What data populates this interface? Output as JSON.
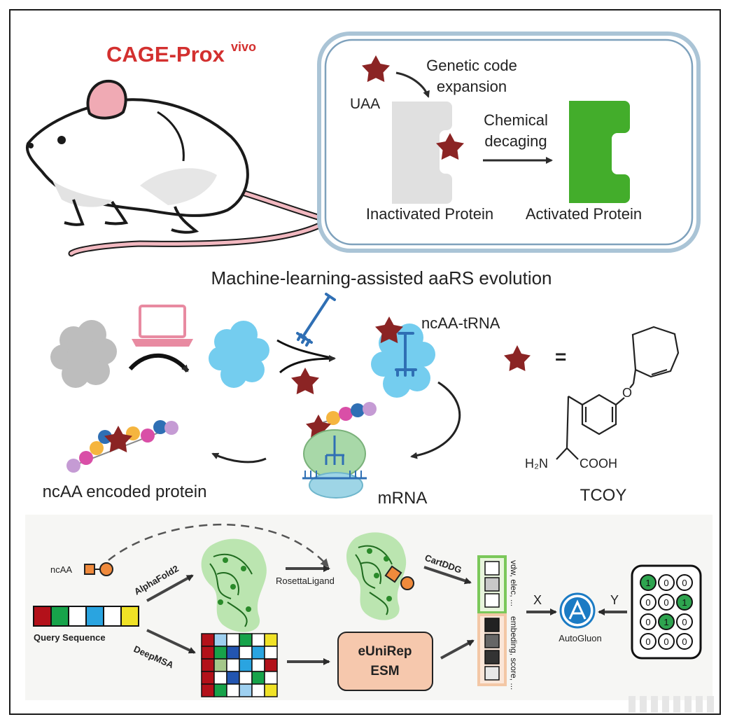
{
  "title": {
    "main": "CAGE-Prox",
    "superscript": "vivo"
  },
  "cell_panel": {
    "uaa_label": "UAA",
    "gce_line1": "Genetic code",
    "gce_line2": "expansion",
    "chem_line1": "Chemical",
    "chem_line2": "decaging",
    "inactive_label": "Inactivated Protein",
    "active_label": "Activated Protein"
  },
  "ml_section": {
    "heading": "Machine-learning-assisted aaRS evolution",
    "trna_label": "ncAA-tRNA",
    "equals": "=",
    "protein_label": "ncAA encoded protein",
    "mrna_label": "mRNA",
    "tcoy_label": "TCOY",
    "chem_o": "O",
    "chem_h2n": "H₂N",
    "chem_cooh": "COOH"
  },
  "workflow": {
    "ncaa_label": "ncAA",
    "alphafold_label": "AlphaFold2",
    "rosetta_label": "RosettaLigand",
    "cartddg_label": "CartDDG",
    "query_label": "Query Sequence",
    "deepmsa_label": "DeepMSA",
    "eunirep_line1": "eUniRep",
    "eunirep_line2": "ESM",
    "features_top": "vdw, elec, ...",
    "features_bottom": "embeding, score, ...",
    "x_label": "X",
    "y_label": "Y",
    "autogluon_label": "AutoGluon",
    "matrix_rows": [
      [
        "1",
        "0",
        "0"
      ],
      [
        "0",
        "0",
        "1"
      ],
      [
        "0",
        "1",
        "0"
      ],
      [
        "0",
        "0",
        "0"
      ]
    ]
  },
  "colors": {
    "title_red": "#d3302f",
    "star": "#8b2424",
    "active_green": "#43ad2b",
    "cloud_blue": "#74cdef",
    "trna_blue": "#2f6fb4",
    "laptop_pink": "#e88aa1",
    "eunirep_fill": "#f6c8ad",
    "autogluon_blue": "#1b7bc4",
    "matrix_green": "#2ea44f"
  }
}
